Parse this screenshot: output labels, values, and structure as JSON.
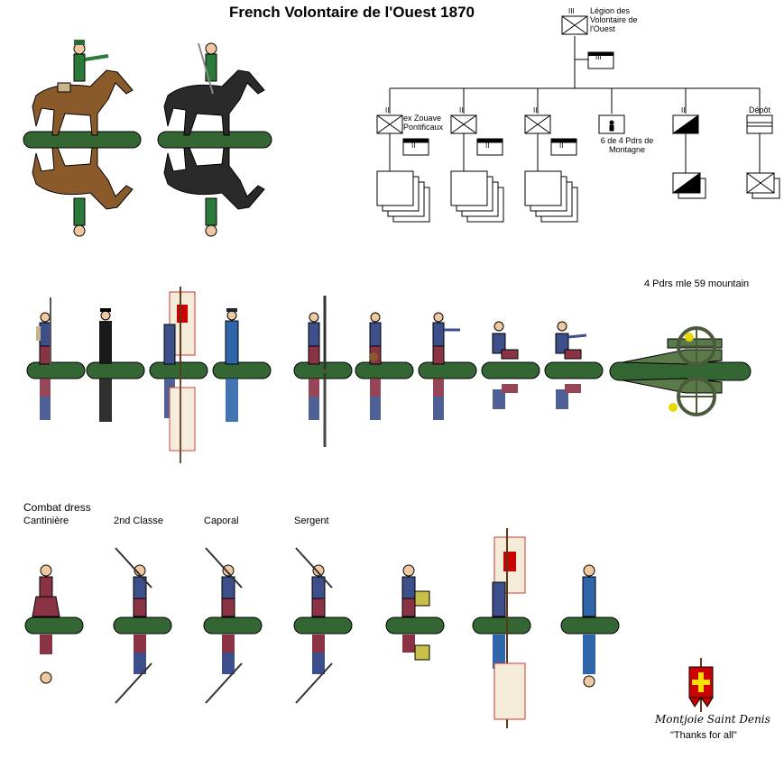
{
  "title": "French Volontaire de l'Ouest 1870",
  "org_chart": {
    "top_label": "Légion des Volontaire de l'Ouest",
    "top_rank": "III",
    "hq_rank": "III",
    "units": [
      {
        "label": "ex Zouave Pontificaux",
        "rank": "II",
        "hq_rank": "II"
      },
      {
        "label": "",
        "rank": "II",
        "hq_rank": "II"
      },
      {
        "label": "",
        "rank": "II",
        "hq_rank": "II"
      },
      {
        "label": "6 de 4 Pdrs de Montagne",
        "rank": ""
      },
      {
        "label": "",
        "rank": "II"
      },
      {
        "label": "Dépôt",
        "rank": ""
      }
    ]
  },
  "artillery_label": "4 Pdrs mle 59 mountain",
  "section_label": "Combat dress",
  "ranks": [
    "Cantinière",
    "2nd Classe",
    "Caporal",
    "Sergent"
  ],
  "signature": {
    "motto": "Montjoie Saint Denis",
    "thanks": "\"Thanks for all\""
  },
  "colors": {
    "base": "#336633",
    "coat": "#3d4f8a",
    "trousers": "#8a3344",
    "horse_brown": "#8b5a2b",
    "horse_black": "#2a2a2a",
    "gun": "#5b7a4a"
  }
}
